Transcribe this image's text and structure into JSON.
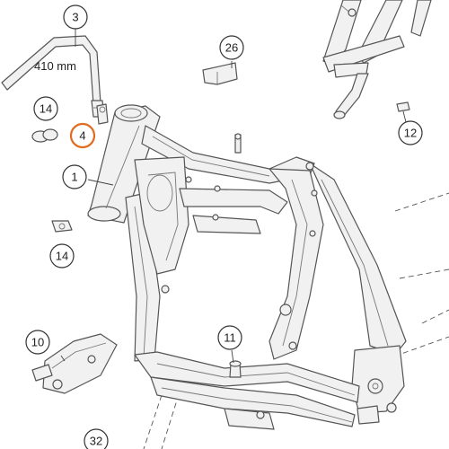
{
  "callouts": {
    "c1": "1",
    "c3": "3",
    "c4": "4",
    "c10": "10",
    "c11": "11",
    "c12": "12",
    "c14a": "14",
    "c14b": "14",
    "c26": "26",
    "c32": "32"
  },
  "hose_length_label": "410 mm",
  "colors": {
    "highlight": "#e26b1f",
    "line": "#555555",
    "fill": "#f1f1f1"
  }
}
